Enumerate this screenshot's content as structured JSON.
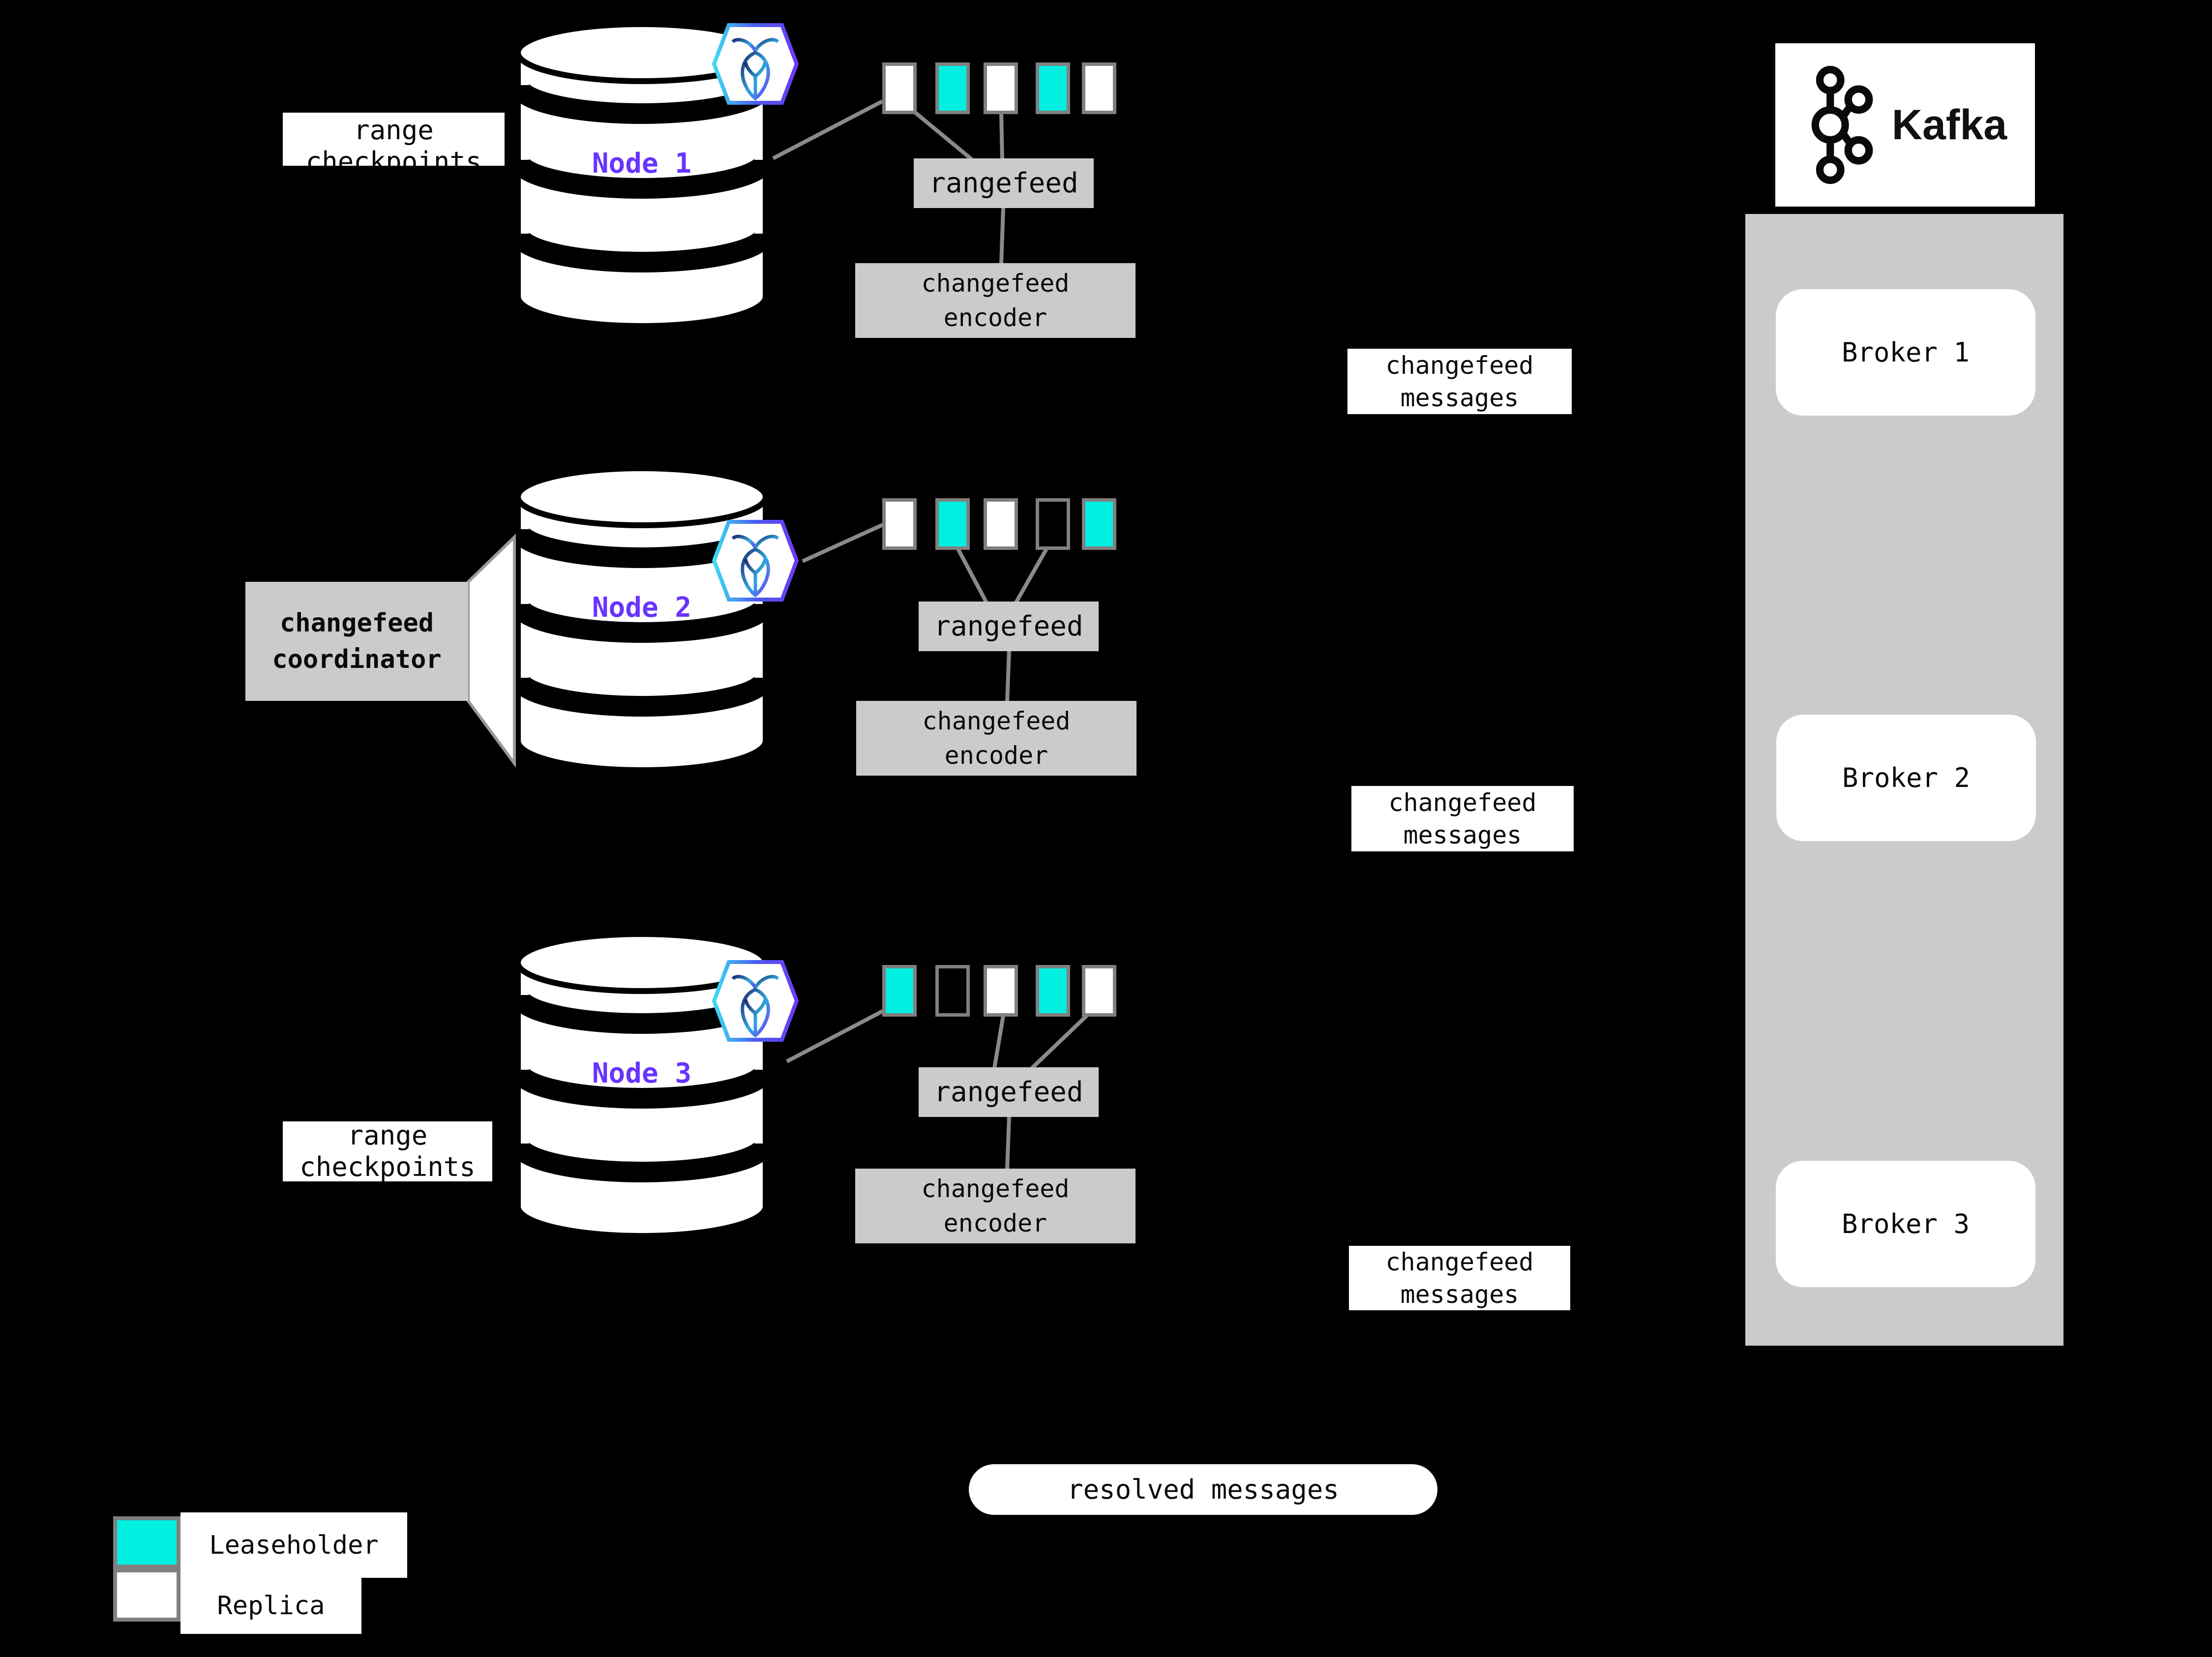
{
  "colors": {
    "bg": "#000000",
    "box_gray": "#cbcbcb",
    "panel_gray": "#cbcbcb",
    "border_gray": "#808080",
    "wire_gray": "#8a8a8a",
    "leaseholder_teal": "#00efe1",
    "replica_white": "#ffffff",
    "node_purple": "#6933ff",
    "text_black": "#0a0a0a"
  },
  "nodes": [
    {
      "name": "Node 1",
      "ranges": [
        "replica",
        "leaseholder",
        "replica",
        "leaseholder",
        "replica"
      ],
      "rangefeed_label": "rangefeed",
      "encoder_label": "changefeed\nencoder",
      "messages_label": "changefeed\nmessages"
    },
    {
      "name": "Node 2",
      "ranges": [
        "replica",
        "leaseholder",
        "replica",
        "empty",
        "leaseholder"
      ],
      "rangefeed_label": "rangefeed",
      "encoder_label": "changefeed\nencoder",
      "messages_label": "changefeed\nmessages"
    },
    {
      "name": "Node 3",
      "ranges": [
        "leaseholder",
        "empty",
        "replica",
        "leaseholder",
        "replica"
      ],
      "rangefeed_label": "rangefeed",
      "encoder_label": "changefeed\nencoder",
      "messages_label": "changefeed\nmessages"
    }
  ],
  "annotations": {
    "range_checkpoints_top": "range\ncheckpoints",
    "range_checkpoints_bottom": "range\ncheckpoints",
    "changefeed_coordinator": "changefeed\ncoordinator",
    "resolved_messages": "resolved messages"
  },
  "kafka": {
    "logo_label": "Kafka",
    "logo_icon": "kafka-circles-icon",
    "brokers": [
      "Broker 1",
      "Broker 2",
      "Broker 3"
    ]
  },
  "legend": {
    "items": [
      {
        "key": "leaseholder",
        "label": "Leaseholder"
      },
      {
        "key": "replica",
        "label": "Replica"
      }
    ]
  },
  "icons": {
    "node_badge": "cockroachdb-logo-icon",
    "node_shape": "database-cylinder-icon"
  }
}
